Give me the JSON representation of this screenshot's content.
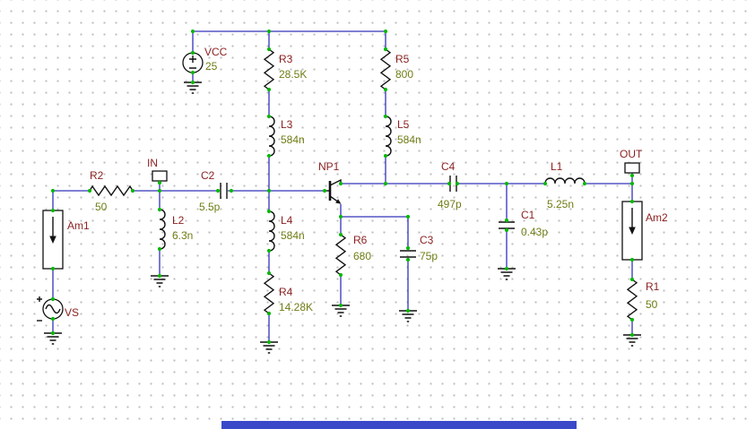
{
  "colors": {
    "wire": "#3333bb",
    "component": "#111111",
    "name": "#8b1f1f",
    "value": "#6f7d14",
    "node": "#00b800",
    "grid-dot": "#bdbdbd",
    "bottom-bar": "#3949c8"
  },
  "components": {
    "VCC": {
      "name": "VCC",
      "value": "25"
    },
    "VS": {
      "name": "VS"
    },
    "Am1": {
      "name": "Am1"
    },
    "Am2": {
      "name": "Am2"
    },
    "NP1": {
      "name": "NP1"
    },
    "R1": {
      "name": "R1",
      "value": "50"
    },
    "R2": {
      "name": "R2",
      "value": "50"
    },
    "R3": {
      "name": "R3",
      "value": "28.5K"
    },
    "R4": {
      "name": "R4",
      "value": "14.28K"
    },
    "R5": {
      "name": "R5",
      "value": "800"
    },
    "R6": {
      "name": "R6",
      "value": "680"
    },
    "C1": {
      "name": "C1",
      "value": "0.43p"
    },
    "C2": {
      "name": "C2",
      "value": "5.5p"
    },
    "C3": {
      "name": "C3",
      "value": "75p"
    },
    "C4": {
      "name": "C4",
      "value": "497p"
    },
    "L1": {
      "name": "L1",
      "value": "5.25n"
    },
    "L2": {
      "name": "L2",
      "value": "6.3n"
    },
    "L3": {
      "name": "L3",
      "value": "584n"
    },
    "L4": {
      "name": "L4",
      "value": "584n"
    },
    "L5": {
      "name": "L5",
      "value": "584n"
    }
  },
  "terminals": {
    "in": {
      "label": "IN"
    },
    "out": {
      "label": "OUT"
    }
  }
}
